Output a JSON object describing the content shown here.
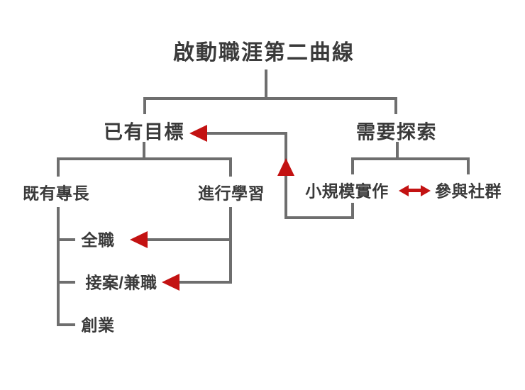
{
  "diagram": {
    "title": "啟動職涯第二曲線",
    "nodes": {
      "has_goal": {
        "label": "已有目標"
      },
      "need_explore": {
        "label": "需要探索"
      },
      "existing_expertise": {
        "label": "既有專長"
      },
      "do_learning": {
        "label": "進行學習"
      },
      "small_scale_practice": {
        "label": "小規模實作"
      },
      "join_community": {
        "label": "參與社群"
      },
      "full_time": {
        "label": "全職"
      },
      "freelance_parttime": {
        "label": "接案/兼職"
      },
      "startup": {
        "label": "創業"
      }
    },
    "edges": [
      {
        "from": "啟動職涯第二曲線",
        "to": "已有目標",
        "type": "tree"
      },
      {
        "from": "啟動職涯第二曲線",
        "to": "需要探索",
        "type": "tree"
      },
      {
        "from": "已有目標",
        "to": "既有專長",
        "type": "tree"
      },
      {
        "from": "已有目標",
        "to": "進行學習",
        "type": "tree"
      },
      {
        "from": "需要探索",
        "to": "小規模實作",
        "type": "tree"
      },
      {
        "from": "需要探索",
        "to": "參與社群",
        "type": "tree"
      },
      {
        "from": "既有專長",
        "to": "全職",
        "type": "tree"
      },
      {
        "from": "既有專長",
        "to": "接案/兼職",
        "type": "tree"
      },
      {
        "from": "既有專長",
        "to": "創業",
        "type": "tree"
      },
      {
        "from": "進行學習",
        "to": "全職",
        "type": "red_arrow"
      },
      {
        "from": "進行學習",
        "to": "接案/兼職",
        "type": "red_arrow"
      },
      {
        "from": "小規模實作",
        "to": "已有目標",
        "type": "red_arrow"
      },
      {
        "from": "小規模實作",
        "to": "參與社群",
        "type": "red_double_arrow"
      }
    ]
  },
  "colors": {
    "line_gray": "#6e6e6e",
    "text_dark": "#3a3a3a",
    "arrow_red": "#c31212",
    "background": "#ffffff"
  }
}
